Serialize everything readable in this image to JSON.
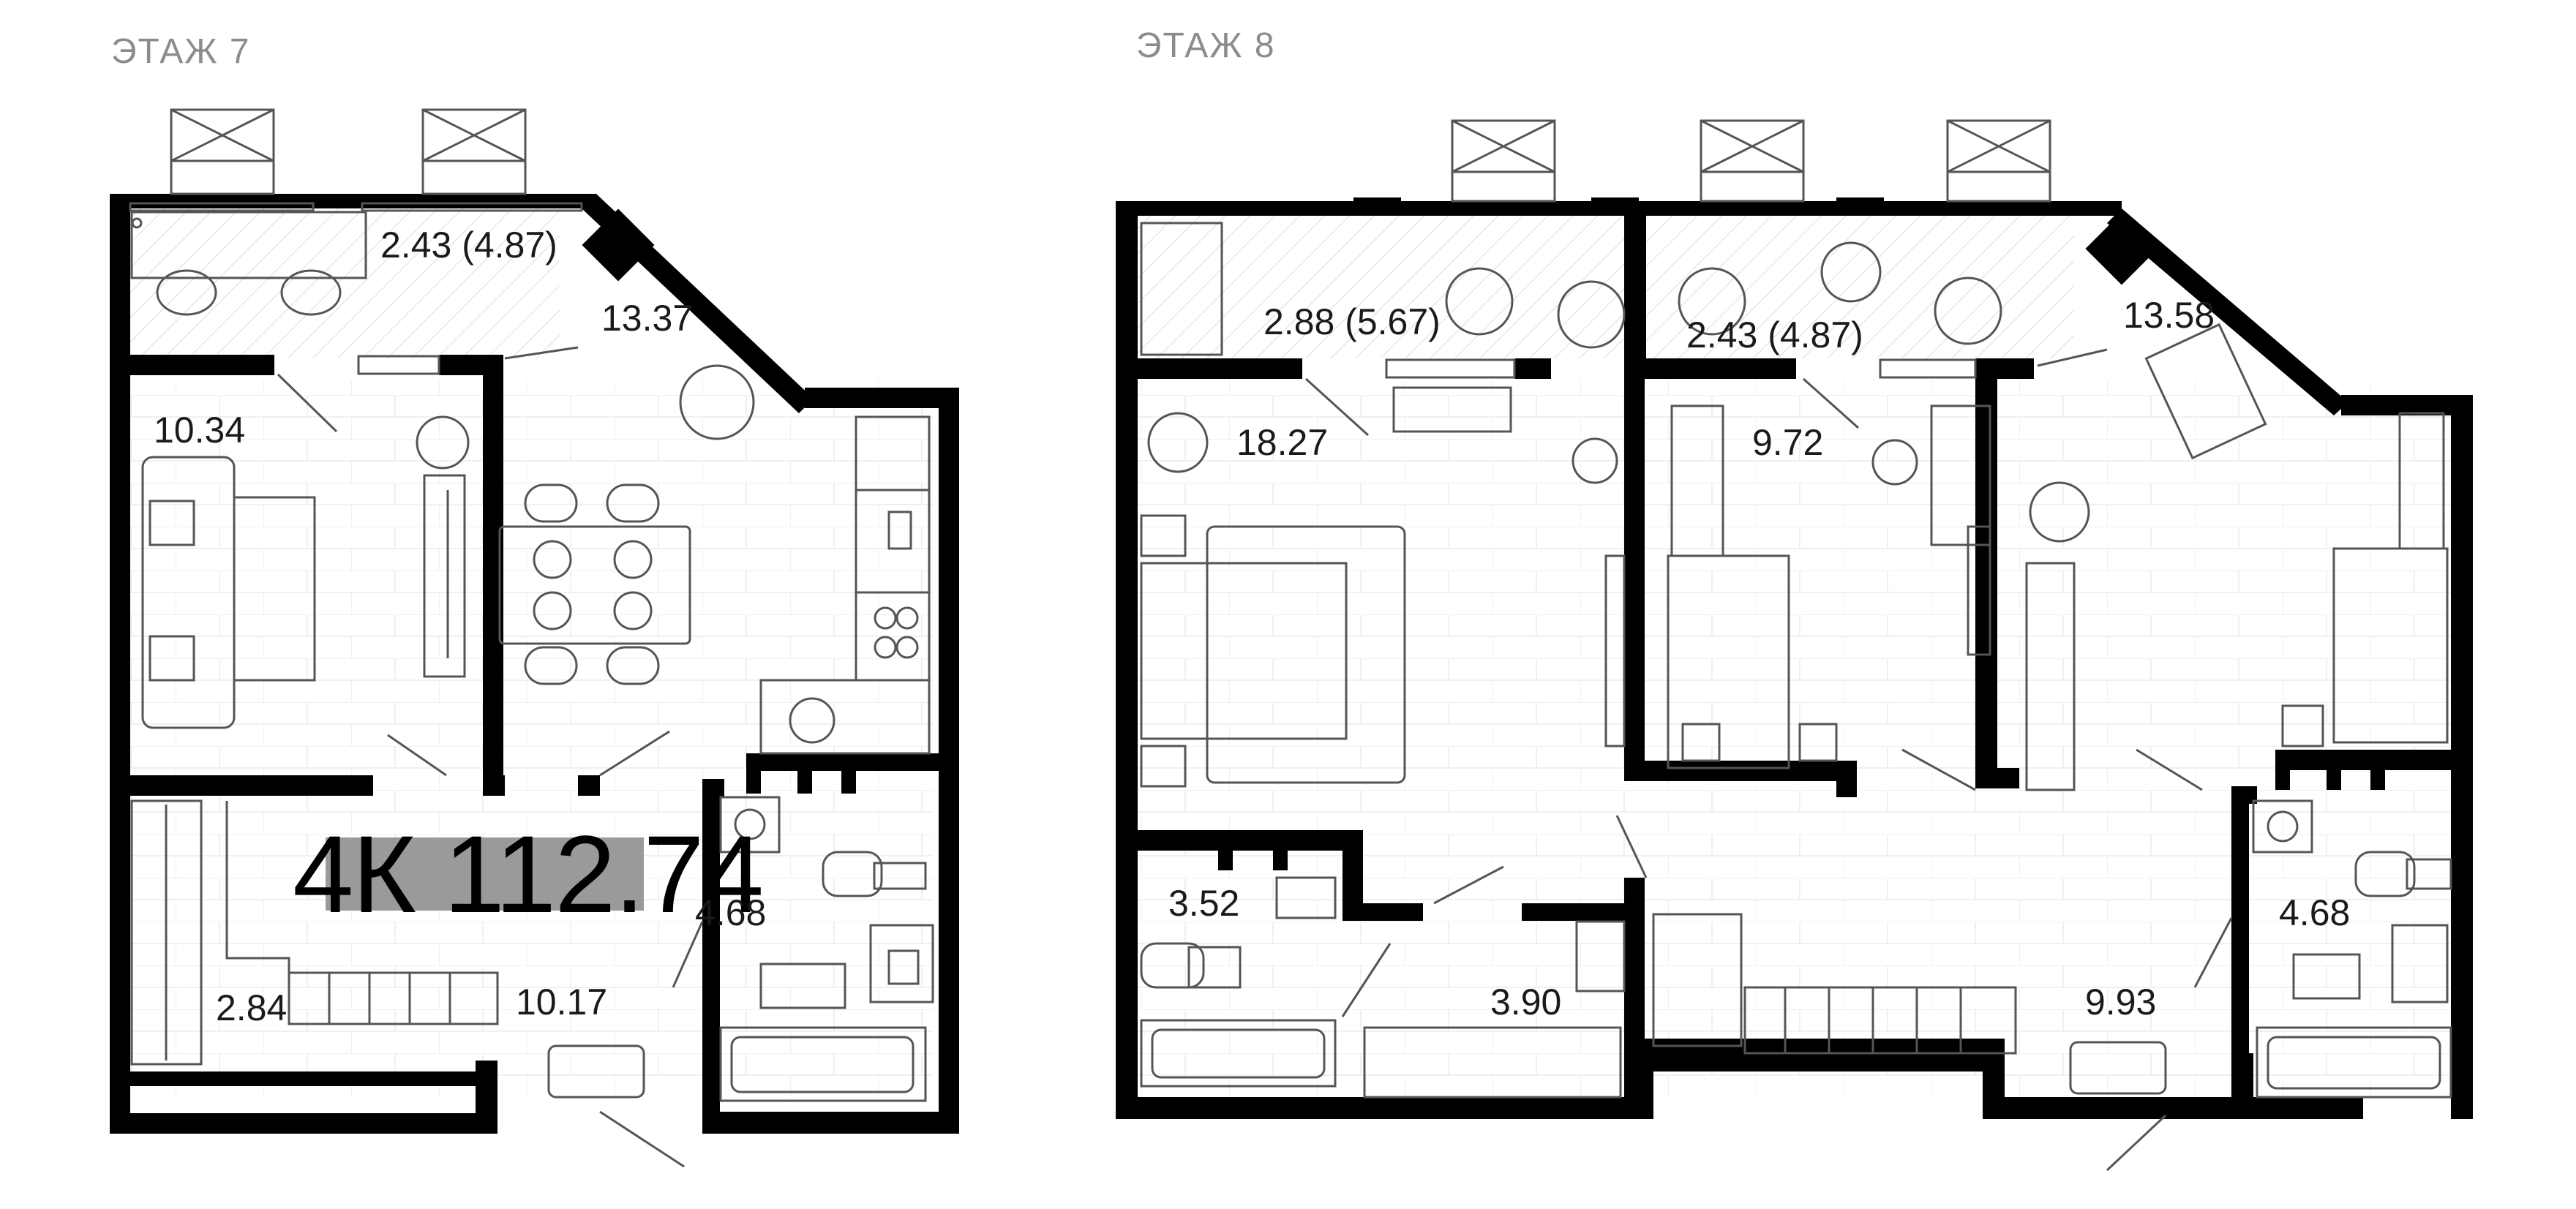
{
  "floors": [
    {
      "title": "ЭТАЖ 7"
    },
    {
      "title": "ЭТАЖ 8"
    }
  ],
  "apartment_label": "4К 112.74",
  "areas": {
    "f7_balcony": "2.43 (4.87)",
    "f7_kitchen": "13.37",
    "f7_living": "10.34",
    "f7_bath": "4.68",
    "f7_stair": "2.84",
    "f7_hall": "10.17",
    "f8_balcony_a": "2.88 (5.67)",
    "f8_balcony_b": "2.43 (4.87)",
    "f8_bedroom_a": "13.58",
    "f8_bedroom_main": "18.27",
    "f8_bedroom_b": "9.72",
    "f8_wc": "3.52",
    "f8_closet": "3.90",
    "f8_hall": "9.93",
    "f8_bath": "4.68"
  },
  "colors": {
    "wall": "#000000",
    "label": "#8c8c8c",
    "badge": "#9a9a9a",
    "furniture": "#555555",
    "floor_line": "#ececec"
  }
}
